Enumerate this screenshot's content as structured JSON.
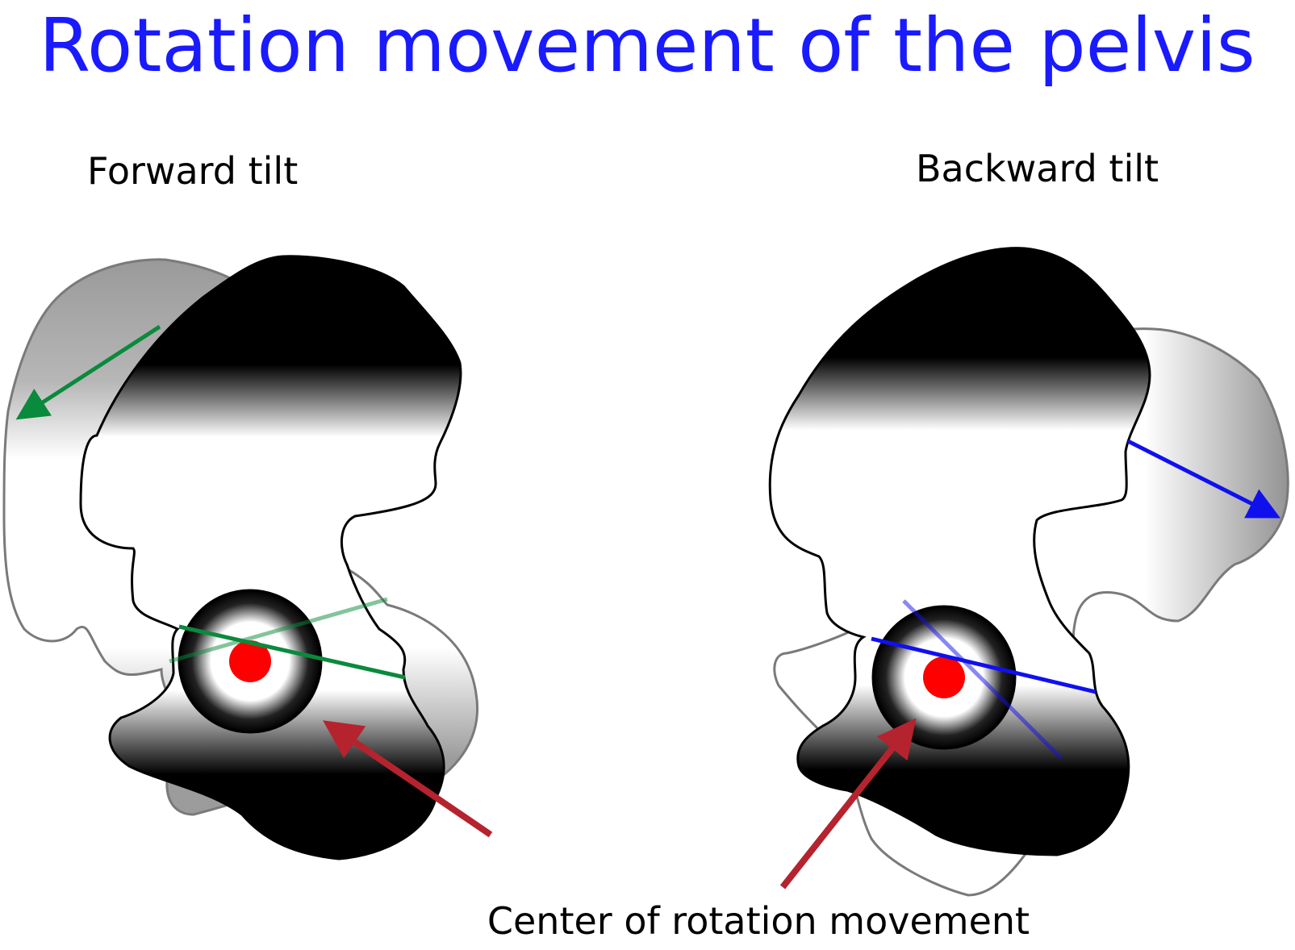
{
  "title": "Rotation movement of the pelvis",
  "left_panel": {
    "label": "Forward tilt"
  },
  "right_panel": {
    "label": "Backward tilt"
  },
  "caption": "Center of rotation movement",
  "colors": {
    "title": "#1a1aff",
    "forward_arrow": "#0a8a3c",
    "backward_arrow": "#1010ee",
    "center_arrow": "#b5232e",
    "center_dot": "#ff0000",
    "bone_outline": "#000000",
    "ghost_fill": "#8a8a8a"
  }
}
